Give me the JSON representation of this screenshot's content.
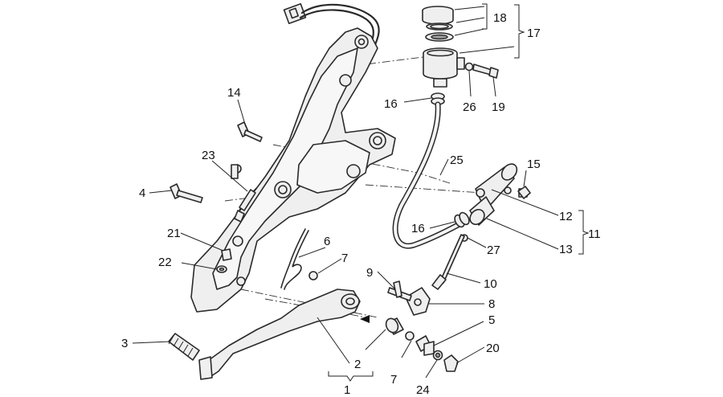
{
  "diagram": {
    "callouts": [
      {
        "id": "c1",
        "text": "1"
      },
      {
        "id": "c2",
        "text": "2"
      },
      {
        "id": "c3",
        "text": "3"
      },
      {
        "id": "c4",
        "text": "4"
      },
      {
        "id": "c5",
        "text": "5"
      },
      {
        "id": "c6",
        "text": "6"
      },
      {
        "id": "c7a",
        "text": "7"
      },
      {
        "id": "c7b",
        "text": "7"
      },
      {
        "id": "c8",
        "text": "8"
      },
      {
        "id": "c9",
        "text": "9"
      },
      {
        "id": "c10",
        "text": "10"
      },
      {
        "id": "c11",
        "text": "11"
      },
      {
        "id": "c12",
        "text": "12"
      },
      {
        "id": "c13",
        "text": "13"
      },
      {
        "id": "c14",
        "text": "14"
      },
      {
        "id": "c15",
        "text": "15"
      },
      {
        "id": "c16a",
        "text": "16"
      },
      {
        "id": "c16b",
        "text": "16"
      },
      {
        "id": "c17",
        "text": "17"
      },
      {
        "id": "c18",
        "text": "18"
      },
      {
        "id": "c19",
        "text": "19"
      },
      {
        "id": "c20",
        "text": "20"
      },
      {
        "id": "c21",
        "text": "21"
      },
      {
        "id": "c22",
        "text": "22"
      },
      {
        "id": "c23",
        "text": "23"
      },
      {
        "id": "c24",
        "text": "24"
      },
      {
        "id": "c25",
        "text": "25"
      },
      {
        "id": "c26",
        "text": "26"
      },
      {
        "id": "c27",
        "text": "27"
      }
    ]
  }
}
